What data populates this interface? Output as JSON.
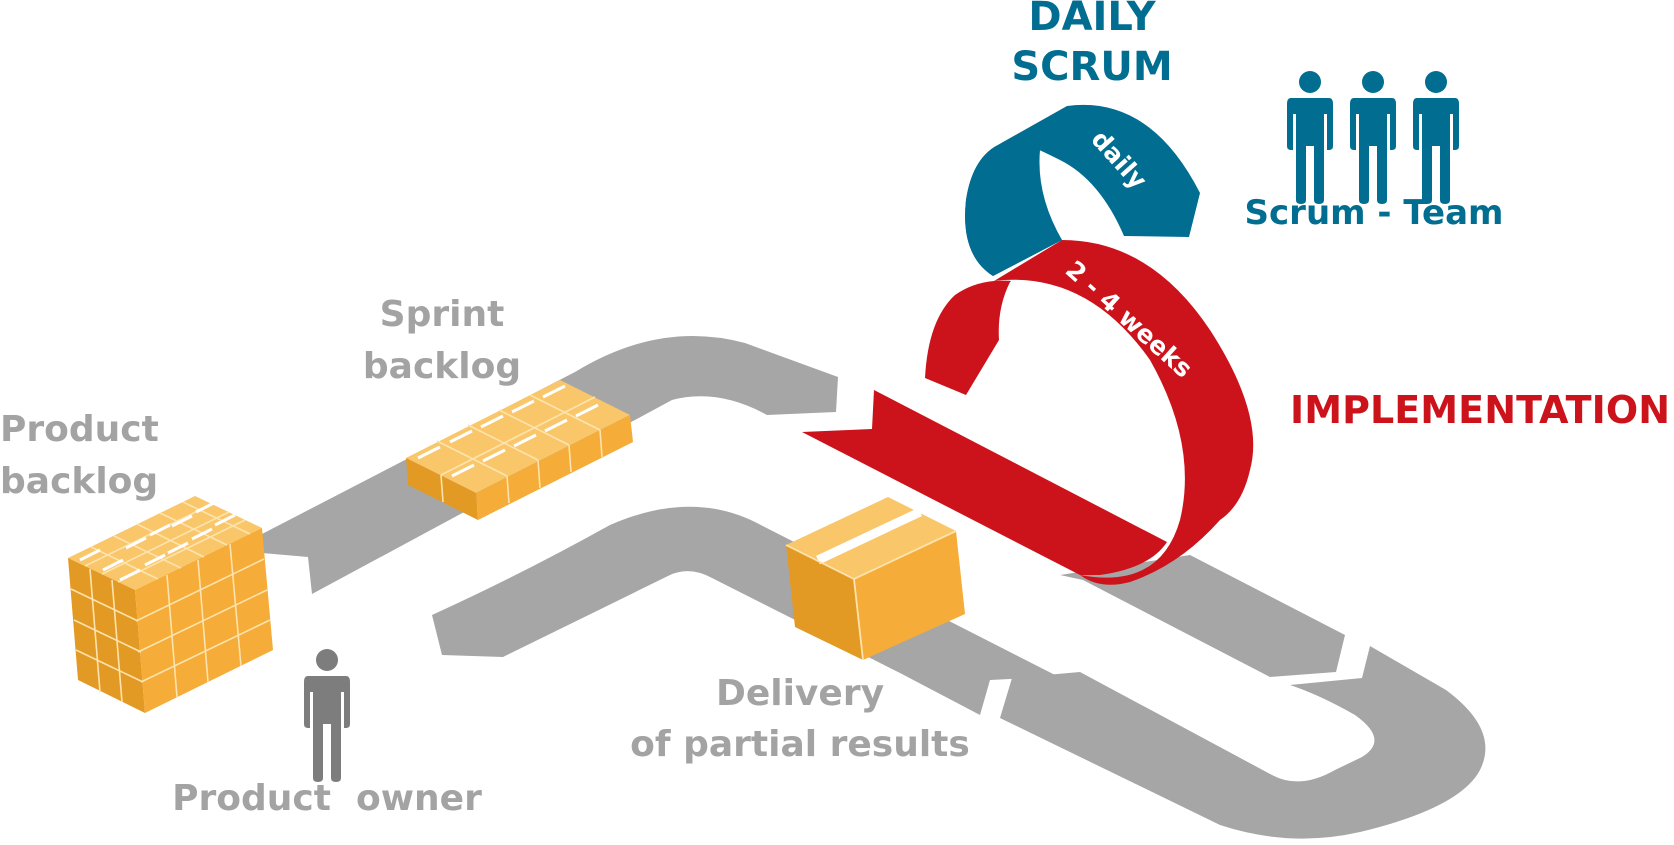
{
  "labels": {
    "daily_scrum_line1": "DAILY",
    "daily_scrum_line2": "SCRUM",
    "scrum_team": "Scrum - Team",
    "implementation": "IMPLEMENTATION",
    "sprint_backlog_line1": "Sprint",
    "sprint_backlog_line2": "backlog",
    "product_backlog_line1": "Product",
    "product_backlog_line2": "backlog",
    "product_owner": "Product  owner",
    "delivery_line1": "Delivery",
    "delivery_line2": "of partial results",
    "daily_arrow": "daily",
    "sprint_arrow": "2 - 4 weeks"
  },
  "colors": {
    "conveyor": "#a6a6a6",
    "box": "#f5ac38",
    "box_light": "#f9c66a",
    "box_dark": "#e39a24",
    "scrum_blue": "#006d91",
    "implementation_red": "#cc131b",
    "label_gray": "#a3a3a3",
    "owner_gray": "#7d7d7d"
  }
}
